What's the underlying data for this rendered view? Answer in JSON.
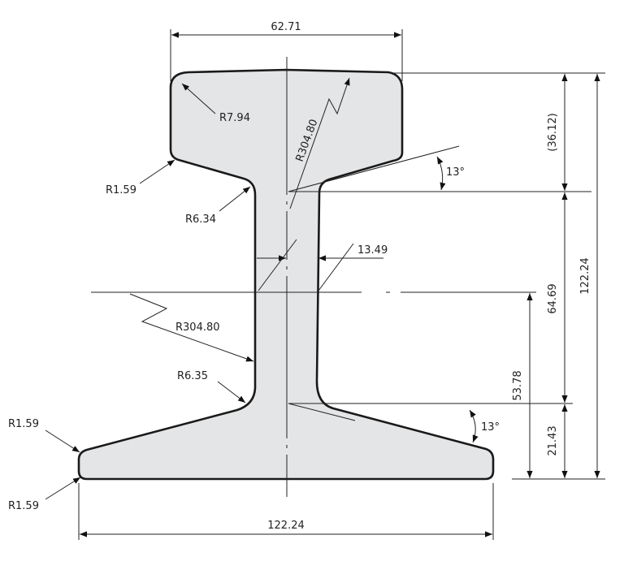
{
  "drawing": {
    "fill_color": "#e4e5e7",
    "outline_color": "#1a1a1a",
    "labels": {
      "head_width": "62.71",
      "head_corner_radius": "R7.94",
      "head_top_radius": "R304.80",
      "head_depth": "(36.12)",
      "head_underside_angle": "13°",
      "head_edge_radius": "R1.59",
      "web_top_fillet": "R6.34",
      "web_thickness": "13.49",
      "total_height": "122.24",
      "head_to_base_height": "64.69",
      "web_side_radius": "R304.80",
      "neutral_axis_height": "53.78",
      "web_bottom_fillet": "R6.35",
      "base_top_angle": "13°",
      "base_depth": "21.43",
      "base_top_edge_radius": "R1.59",
      "base_bottom_edge_radius": "R1.59",
      "base_width": "122.24"
    }
  }
}
